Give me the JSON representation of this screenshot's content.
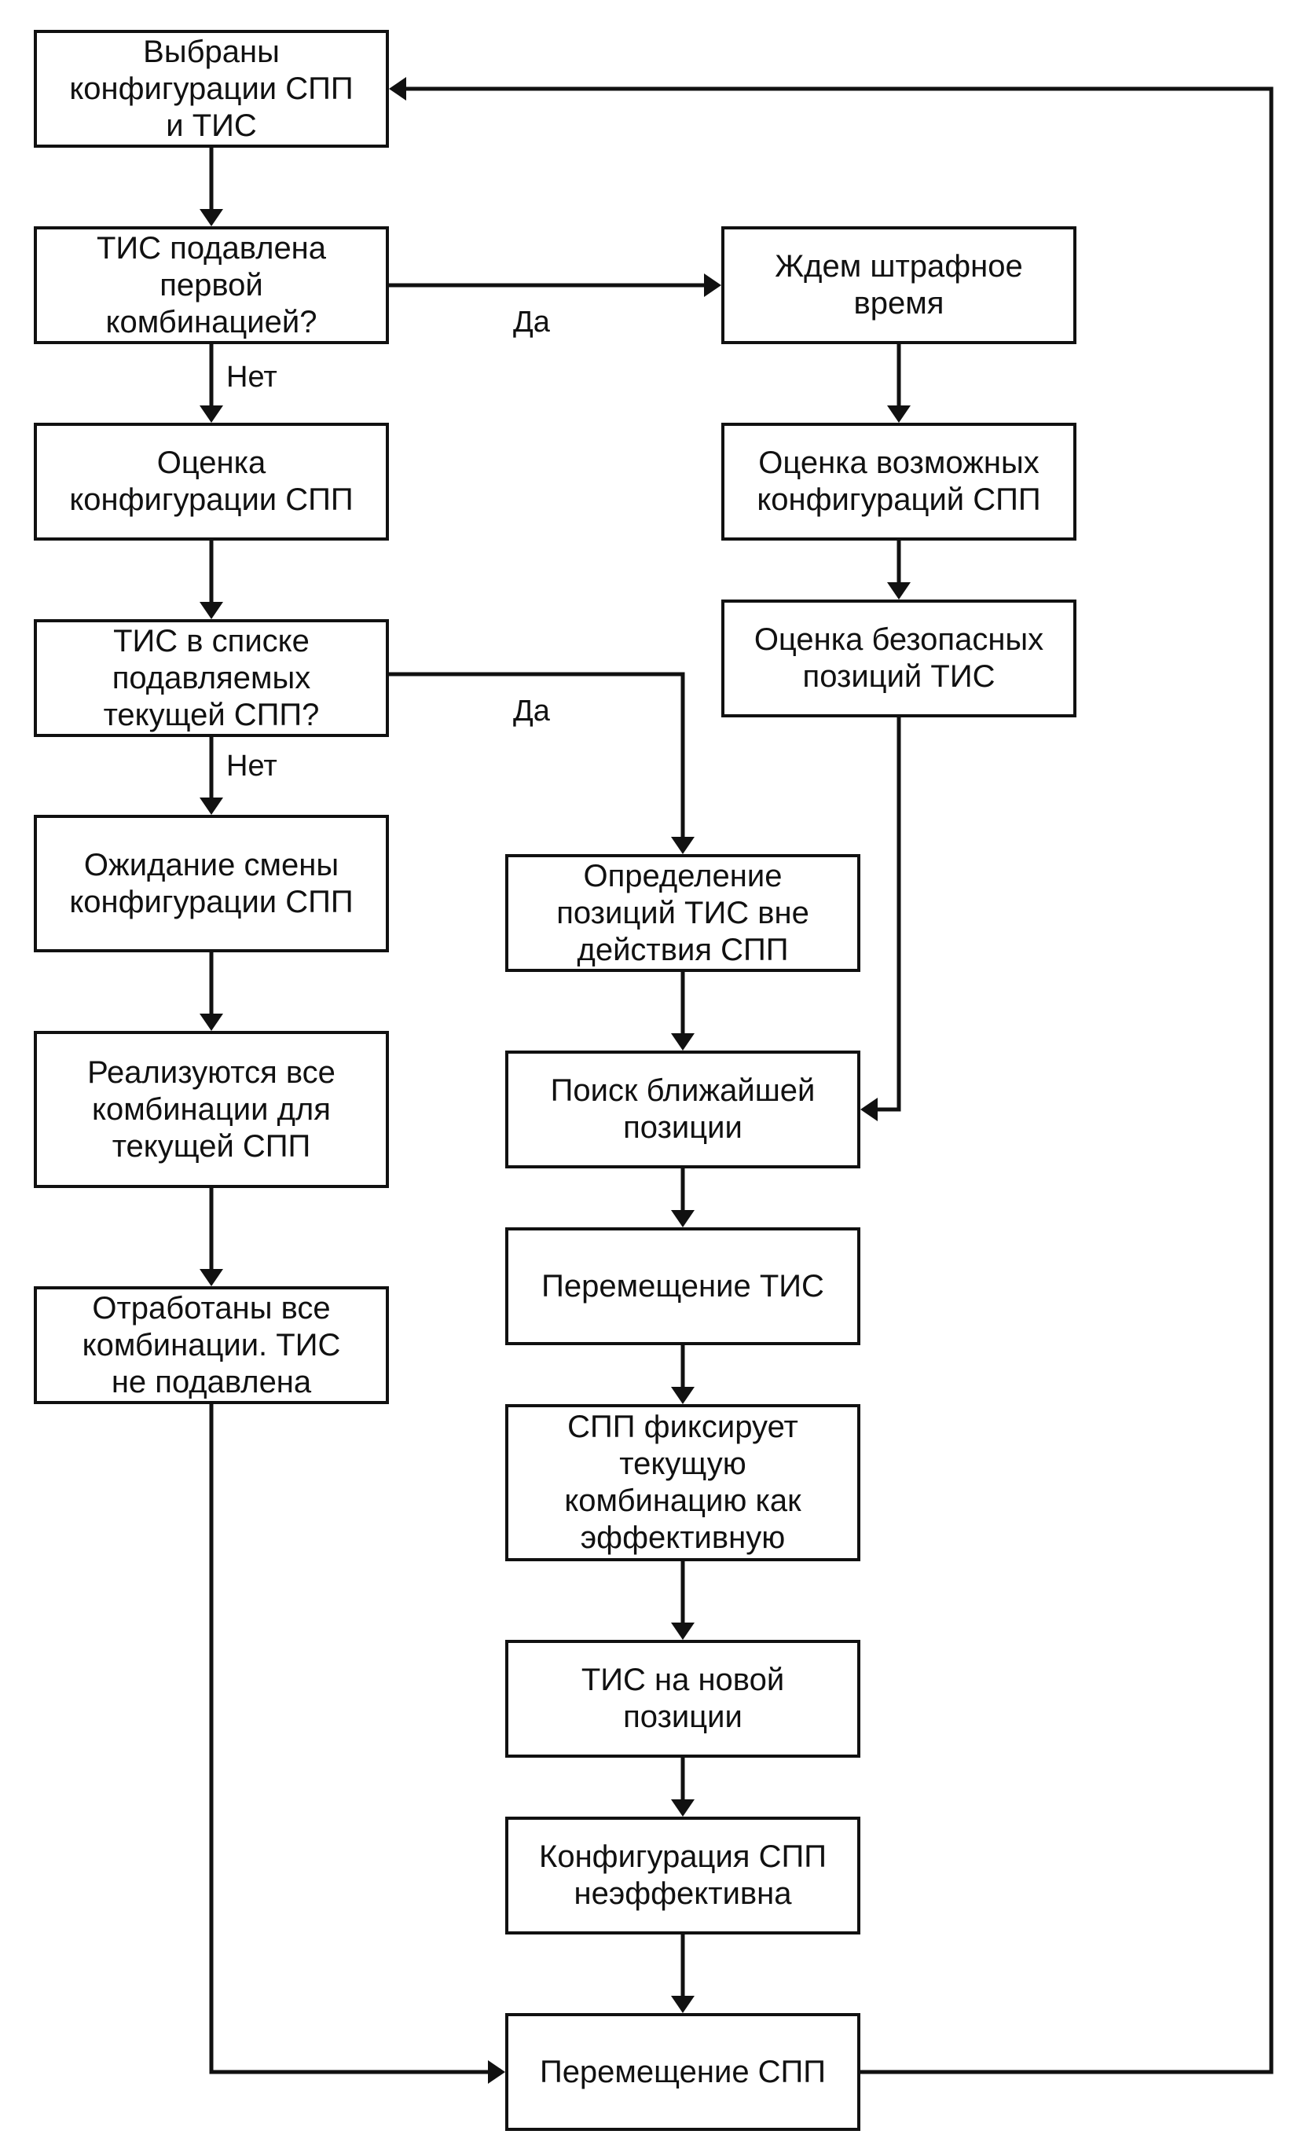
{
  "nodes": {
    "n1": "Выбраны\nконфигурации СПП\nи ТИС",
    "n2": "ТИС подавлена\nпервой\nкомбинацией?",
    "n3": "Оценка\nконфигурации СПП",
    "n4": "ТИС в списке\nподавляемых\nтекущей СПП?",
    "n5": "Ожидание смены\nконфигурации СПП",
    "n6": "Реализуются все\nкомбинации для\nтекущей СПП",
    "n7": "Отработаны все\nкомбинации. ТИС\nне подавлена",
    "r1": "Ждем штрафное\nвремя",
    "r2": "Оценка возможных\nконфигураций СПП",
    "r3": "Оценка безопасных\nпозиций ТИС",
    "m1": "Определение\nпозиций ТИС вне\nдействия СПП",
    "m2": "Поиск ближайшей\nпозиции",
    "m3": "Перемещение ТИС",
    "m4": "СПП фиксирует\nтекущую\nкомбинацию как\nэффективную",
    "m5": "ТИС на новой\nпозиции",
    "m6": "Конфигурация СПП\nнеэффективна",
    "m7": "Перемещение СПП"
  },
  "labels": {
    "yes1": "Да",
    "no1": "Нет",
    "yes2": "Да",
    "no2": "Нет"
  }
}
